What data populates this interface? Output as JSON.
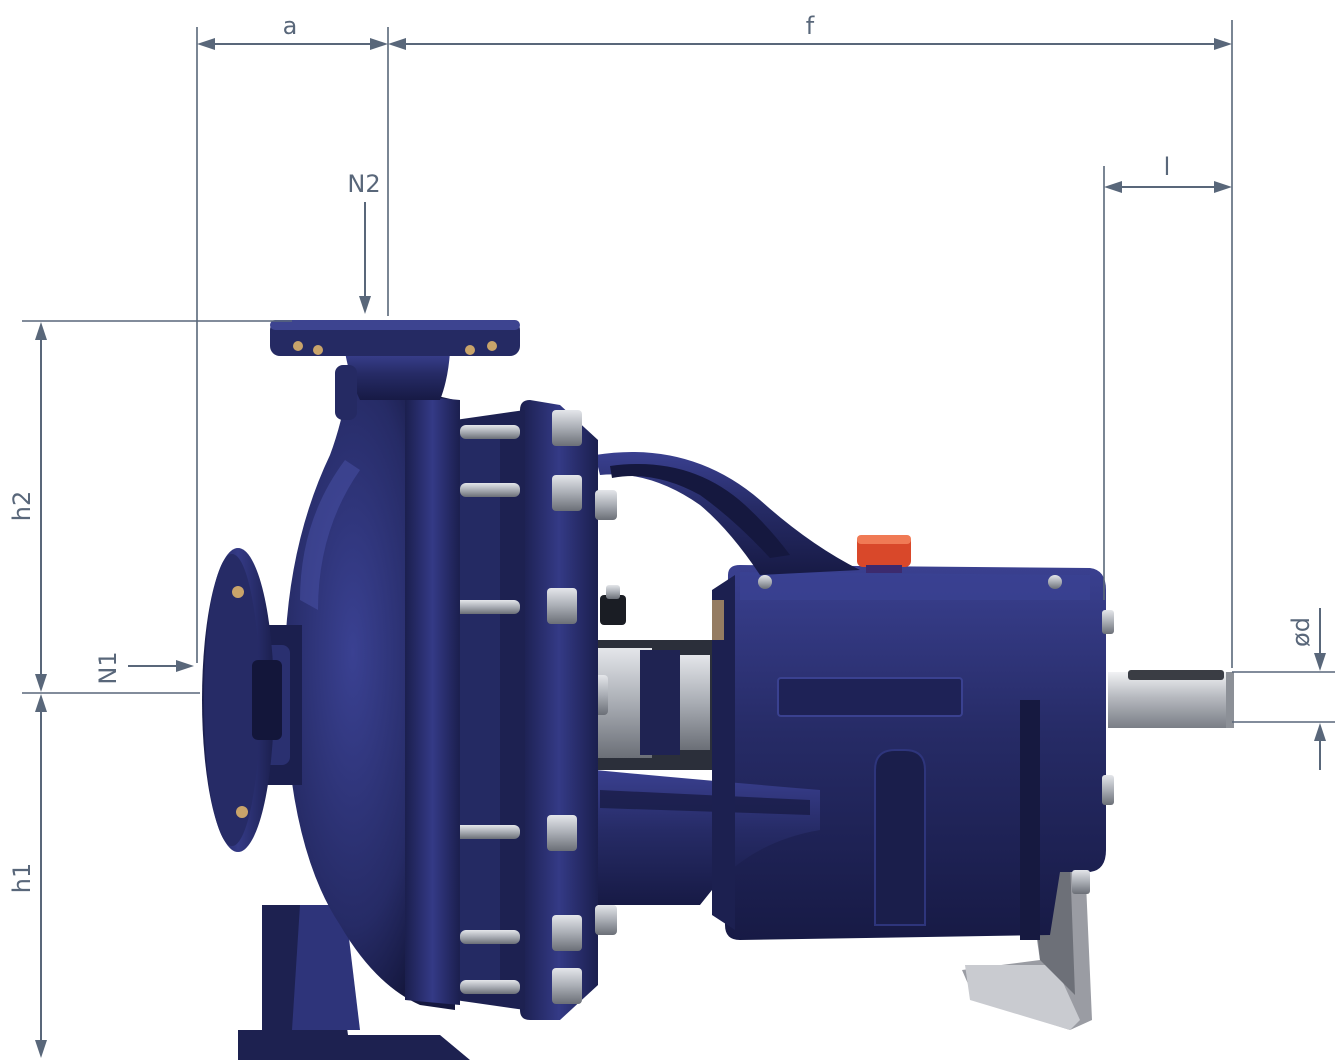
{
  "diagram": {
    "colors": {
      "pump_body": "#252a63",
      "pump_highlight": "#3d4490",
      "pump_shadow": "#13163a",
      "steel": "#b9bcc2",
      "steel_dark": "#6f737b",
      "bronze": "#c9a46a",
      "cap_red": "#d9482a",
      "dimension": "#59677a"
    },
    "labels": {
      "a": "a",
      "f": "f",
      "l": "l",
      "N2": "N2",
      "N1": "N1",
      "h2": "h2",
      "h1": "h1",
      "od": "ød"
    }
  }
}
